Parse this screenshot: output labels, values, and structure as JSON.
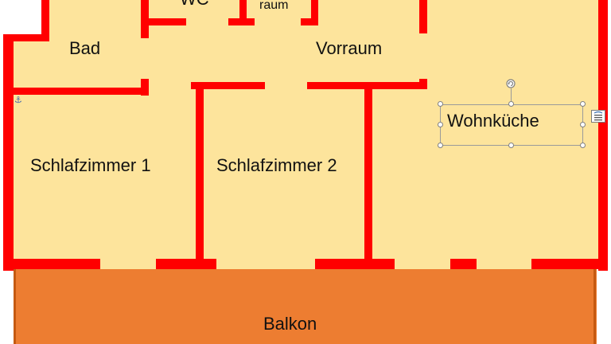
{
  "floor_plan": {
    "rooms": {
      "wc": "WC",
      "abstellraum": "raum",
      "bad": "Bad",
      "vorraum": "Vorraum",
      "schlafzimmer1": "Schlafzimmer 1",
      "schlafzimmer2": "Schlafzimmer 2",
      "wohnkueche": "Wohnküche",
      "balkon": "Balkon"
    }
  },
  "colors": {
    "floor": "#fde49c",
    "wall": "#ff0000",
    "balcony": "#ed7d31",
    "balcony_edge": "#c55a11"
  },
  "editor_state": {
    "selected_shape": "Wohnküche text box",
    "icons": [
      "rotate-handle-icon",
      "layout-options-icon",
      "anchor-icon"
    ]
  }
}
